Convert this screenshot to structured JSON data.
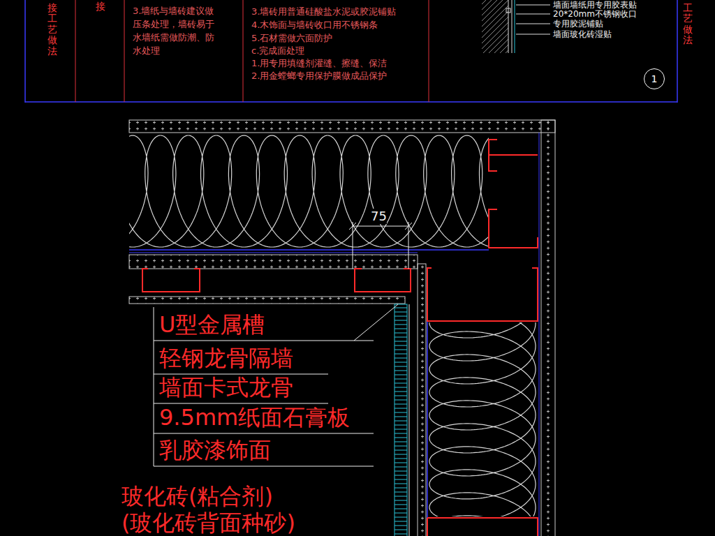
{
  "diagram": {
    "nodes": [
      {
        "text": [
          "1"
        ]
      }
    ],
    "labels": [
      "接工艺做法",
      "接",
      "3.墙纸与墙砖建议做压条处理，墙砖易于水墙纸需做防潮、防水处理",
      "3.墙砖用普通硅酸盐水泥或胶泥铺贴",
      "4.木饰面与墙砖收口用不锈钢条",
      "5.石材需做六面防护",
      "c.完成面处理",
      "1.用专用填缝剂灌缝、擦缝、保洁",
      "2.用金螳螂专用保护膜做成品保护",
      "墙面墙纸用专用胶表贴",
      "20*20mm不锈钢收口",
      "专用胶泥铺贴",
      "墙面玻化砖湿贴",
      "工艺做法",
      "75",
      "U型金属槽",
      "轻钢龙骨隔墙",
      "墙面卡式龙骨",
      "9.5mm纸面石膏板",
      "乳胶漆饰面",
      "玻化砖(粘合剂)",
      "(玻化砖背面种砂)"
    ]
  }
}
